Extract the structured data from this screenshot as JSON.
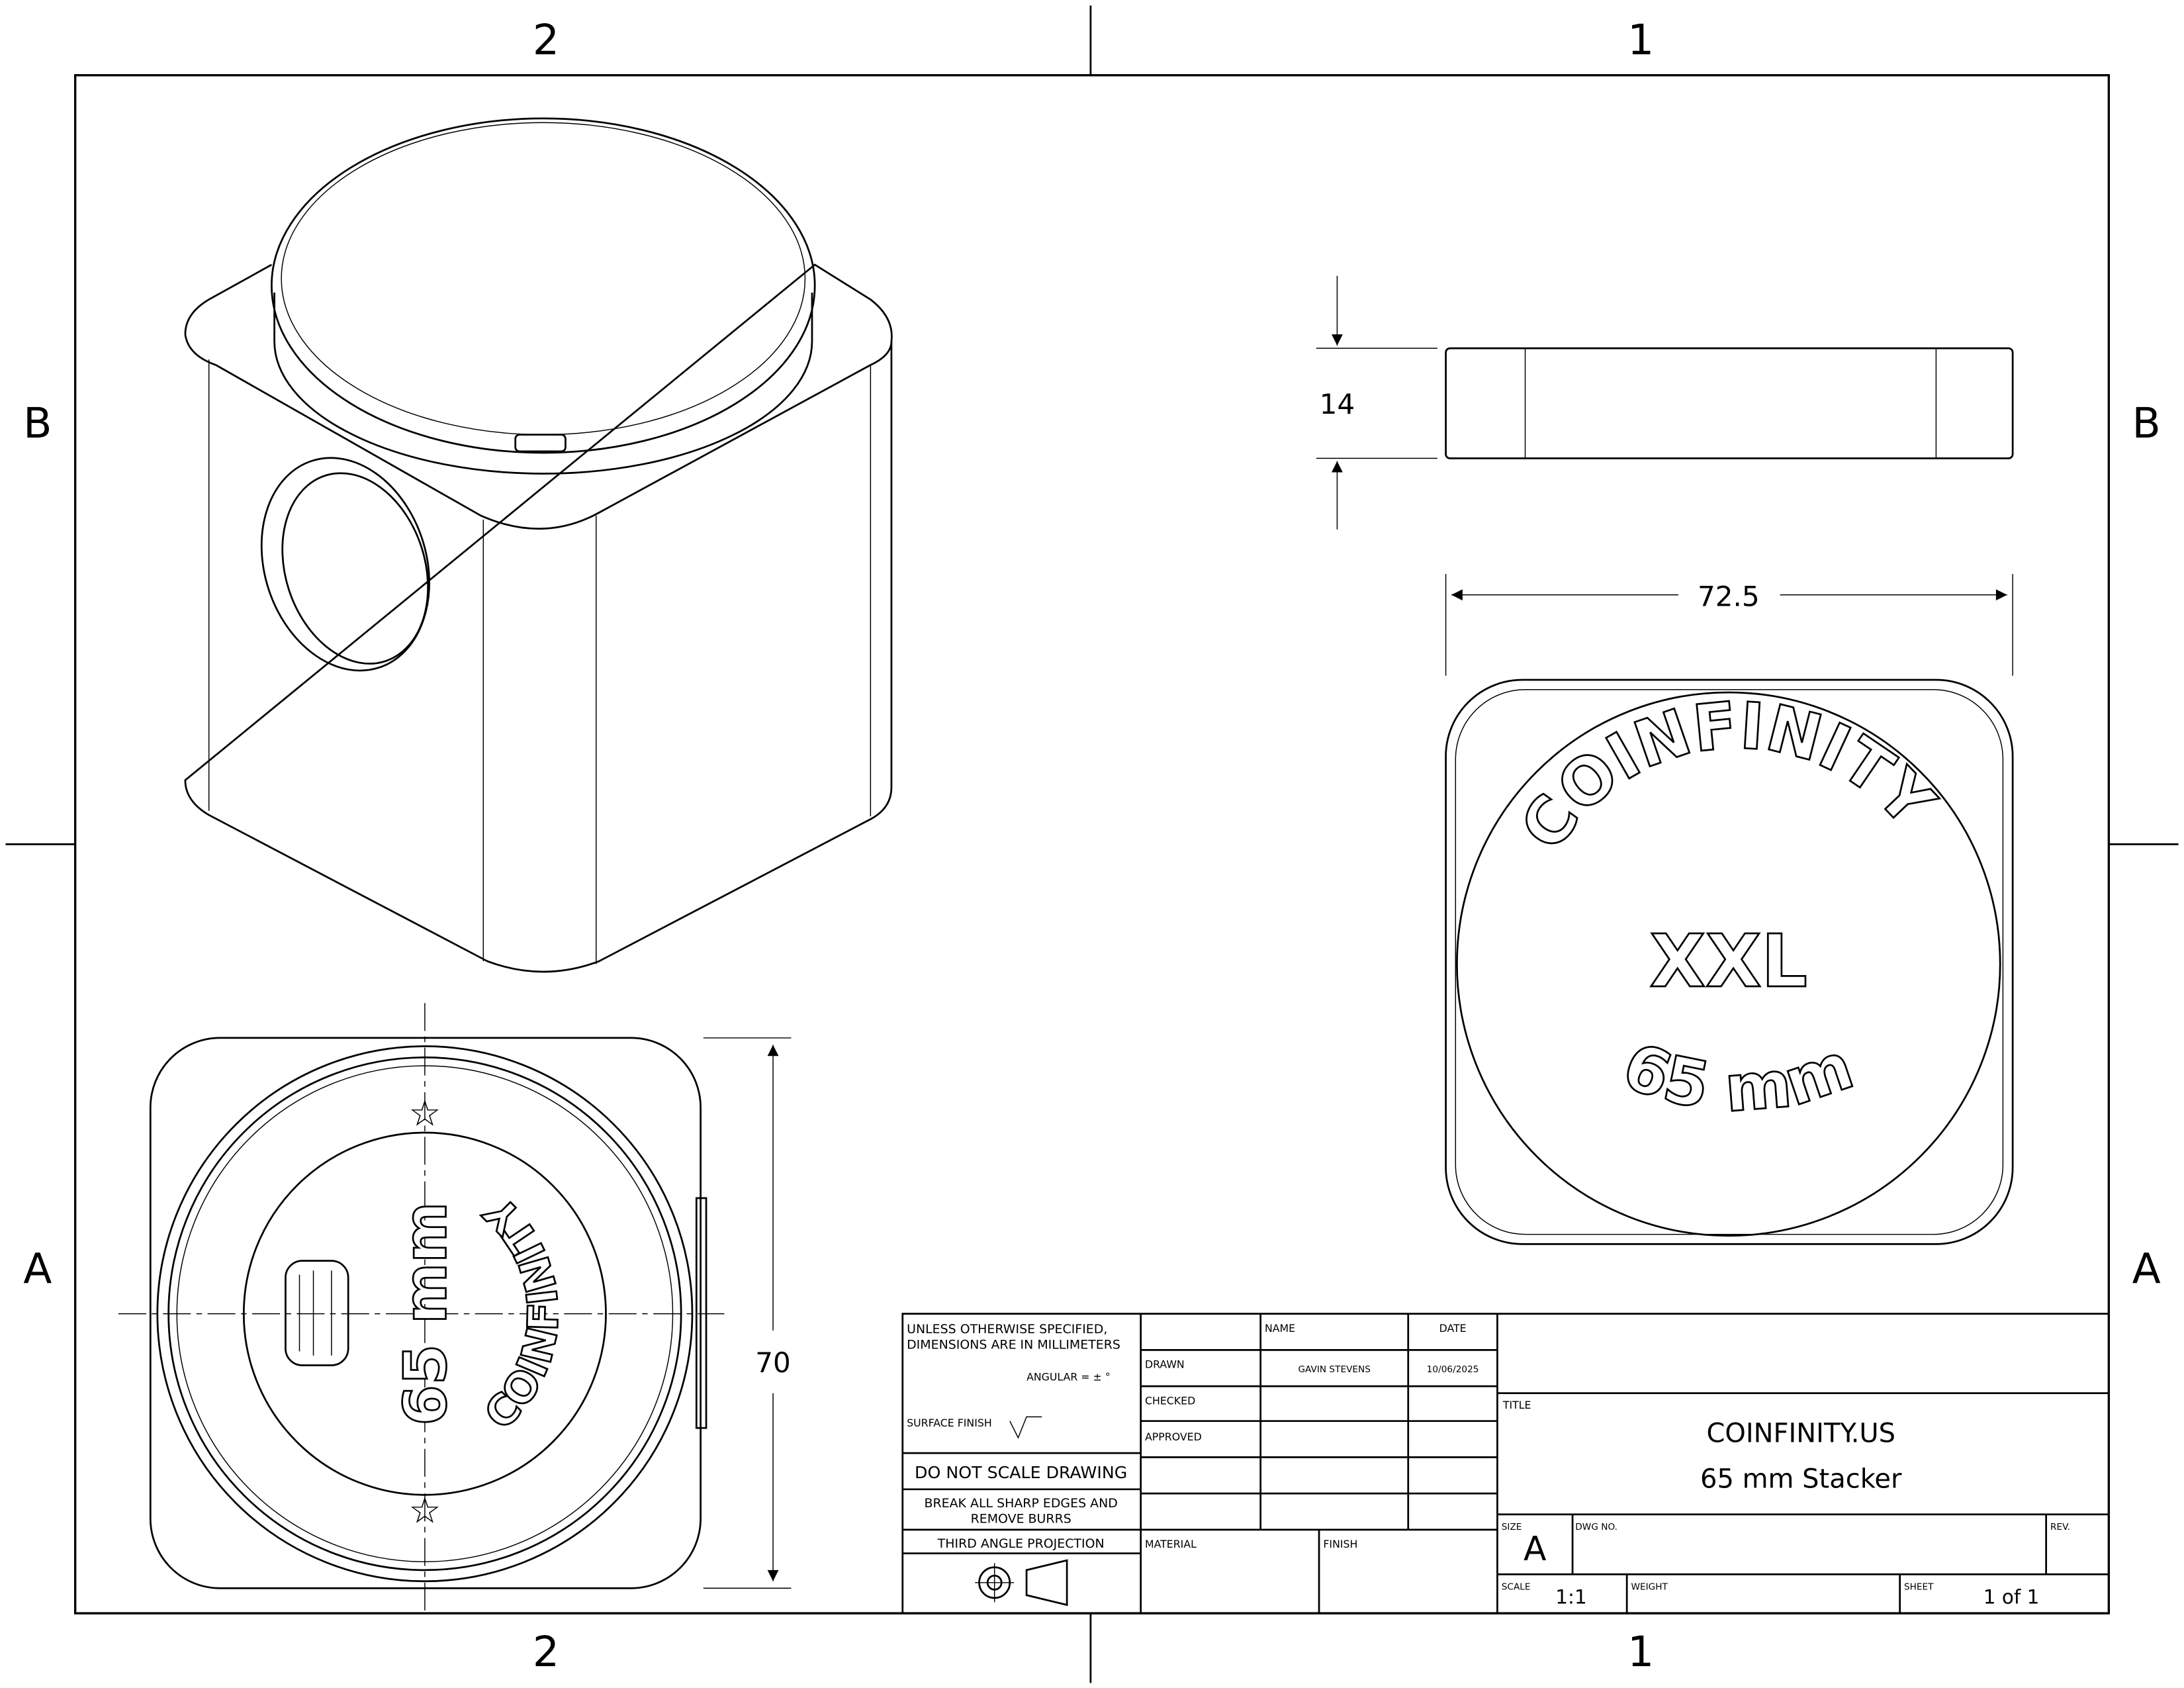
{
  "zones": {
    "col_left": "2",
    "col_right": "1",
    "row_top": "B",
    "row_bottom": "A"
  },
  "dimensions": {
    "height": "14",
    "width": "72.5",
    "depth": "70"
  },
  "embossing": {
    "top_brand": "COINFINITY",
    "top_size": "XXL",
    "top_diameter": "65 mm",
    "bottom_brand": "COINFINITY",
    "bottom_diameter": "65 mm",
    "star": "☆"
  },
  "title_block": {
    "unless_specified": "UNLESS OTHERWISE SPECIFIED,",
    "dimensions_in": "DIMENSIONS ARE IN MILLIMETERS",
    "angular": "ANGULAR = ± °",
    "surface_finish": "SURFACE FINISH",
    "do_not_scale": "DO NOT SCALE DRAWING",
    "break_edges_1": "BREAK ALL SHARP EDGES AND",
    "break_edges_2": "REMOVE BURRS",
    "projection": "THIRD ANGLE PROJECTION",
    "name_header": "NAME",
    "date_header": "DATE",
    "drawn_label": "DRAWN",
    "drawn_name": "GAVIN STEVENS",
    "drawn_date": "10/06/2025",
    "checked_label": "CHECKED",
    "approved_label": "APPROVED",
    "material_label": "MATERIAL",
    "finish_label": "FINISH",
    "title_label": "TITLE",
    "title_line1": "COINFINITY.US",
    "title_line2": "65 mm Stacker",
    "size_label": "SIZE",
    "size_value": "A",
    "dwg_no_label": "DWG NO.",
    "rev_label": "REV.",
    "scale_label": "SCALE",
    "scale_value": "1:1",
    "weight_label": "WEIGHT",
    "sheet_label": "SHEET",
    "sheet_value": "1 of 1"
  }
}
